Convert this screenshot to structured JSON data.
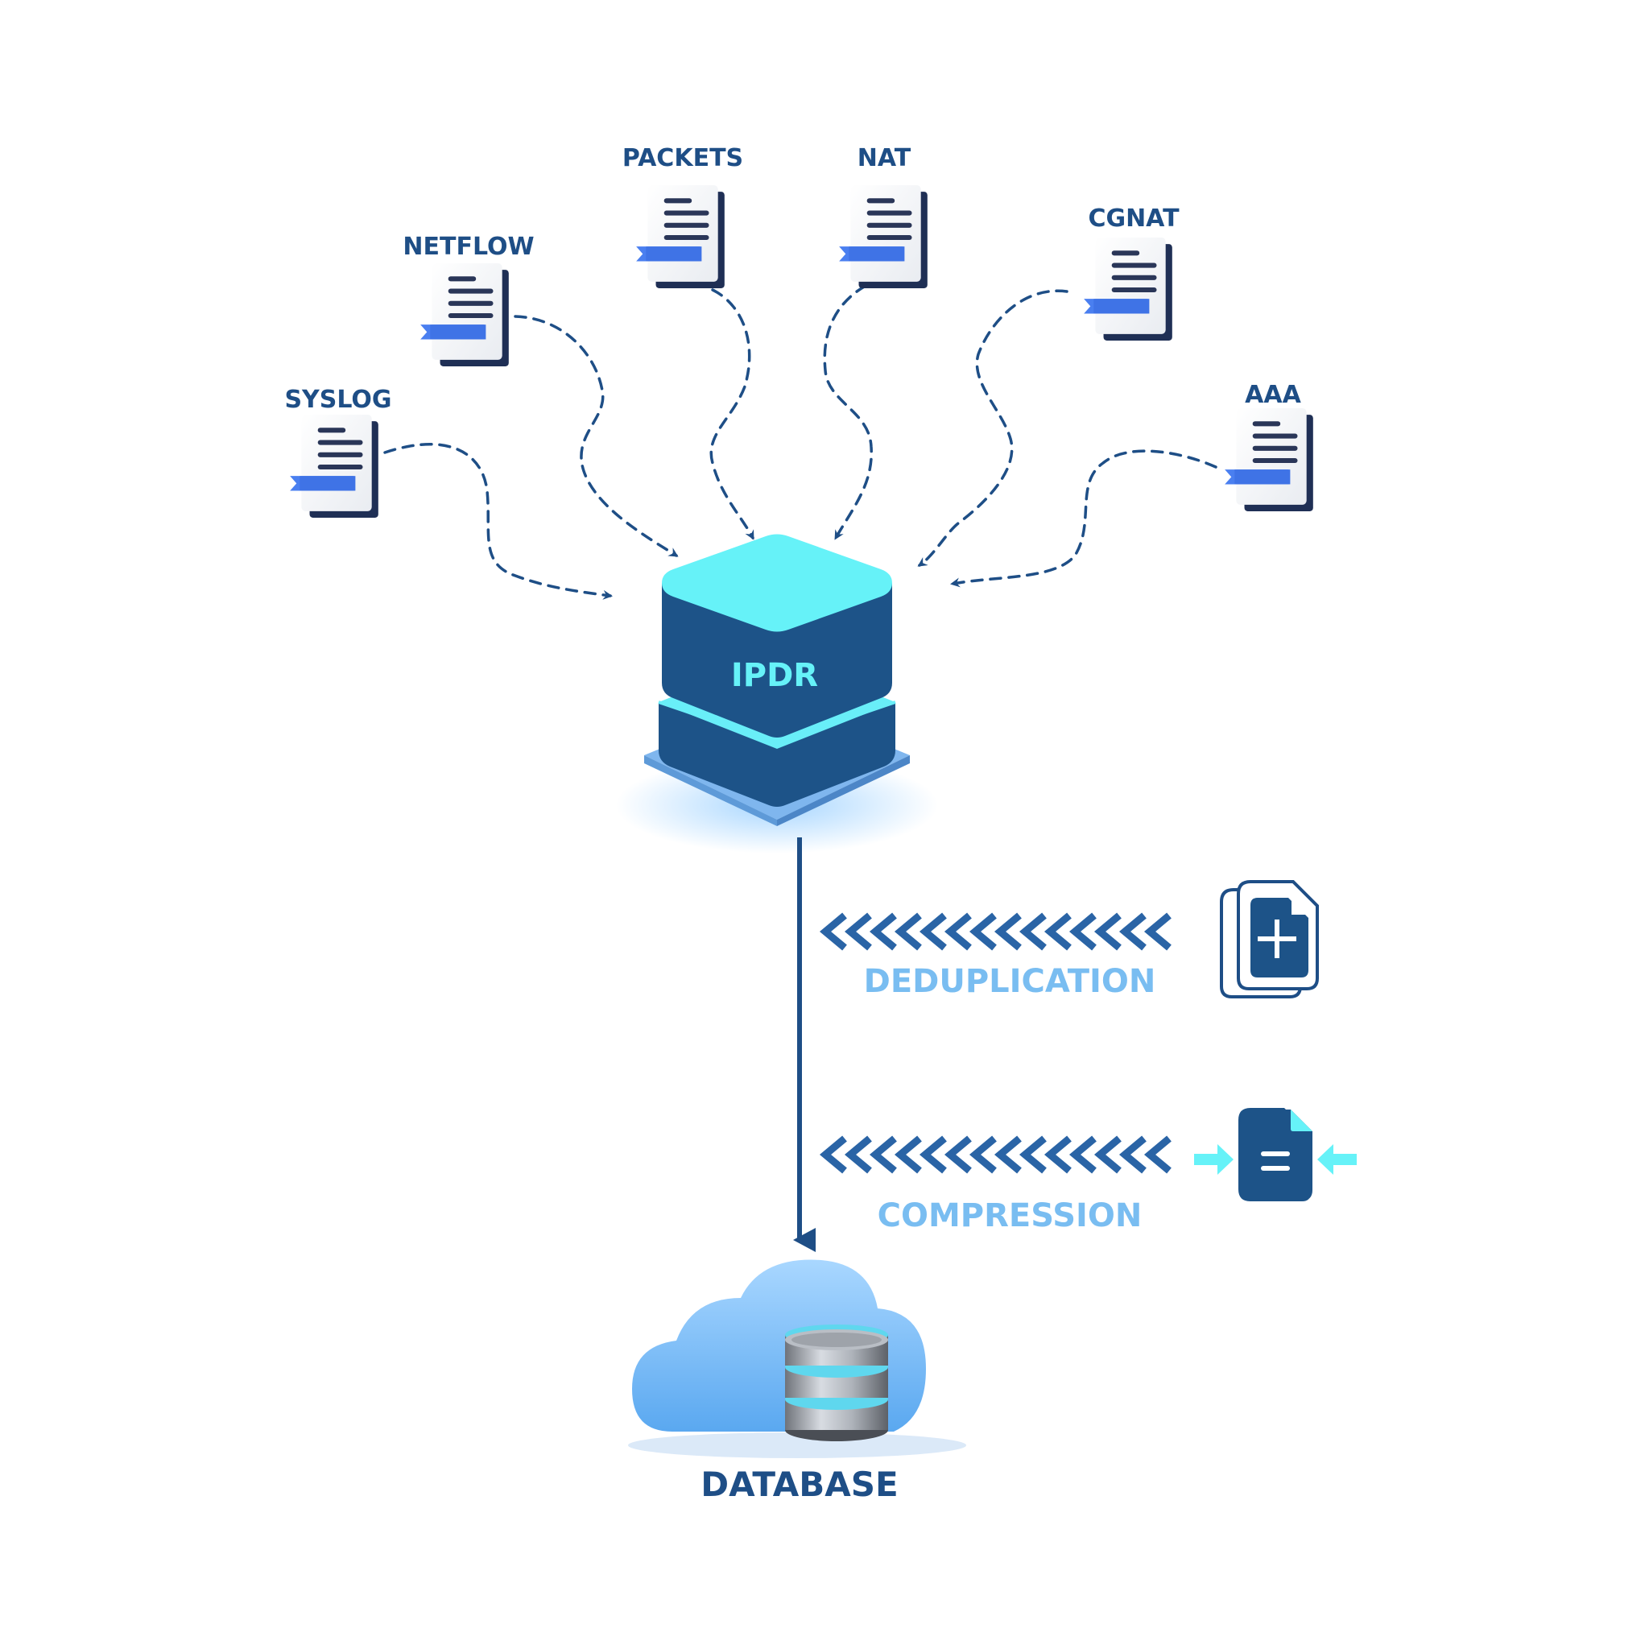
{
  "sources": [
    {
      "id": "syslog",
      "label": "SYSLOG"
    },
    {
      "id": "netflow",
      "label": "NETFLOW"
    },
    {
      "id": "packets",
      "label": "PACKETS"
    },
    {
      "id": "nat",
      "label": "NAT"
    },
    {
      "id": "cgnat",
      "label": "CGNAT"
    },
    {
      "id": "aaa",
      "label": "AAA"
    }
  ],
  "core": {
    "label": "IPDR"
  },
  "processes": [
    {
      "id": "deduplication",
      "label": "DEDUPLICATION",
      "icon": "copy-plus-icon"
    },
    {
      "id": "compression",
      "label": "COMPRESSION",
      "icon": "file-compress-icon"
    }
  ],
  "destination": {
    "label": "DATABASE",
    "icon": "cloud-database-icon"
  },
  "colors": {
    "navy": "#1e4e86",
    "cyan": "#66f2f8",
    "sky": "#79bdf1",
    "doc_tab": "#4a7ff0"
  }
}
